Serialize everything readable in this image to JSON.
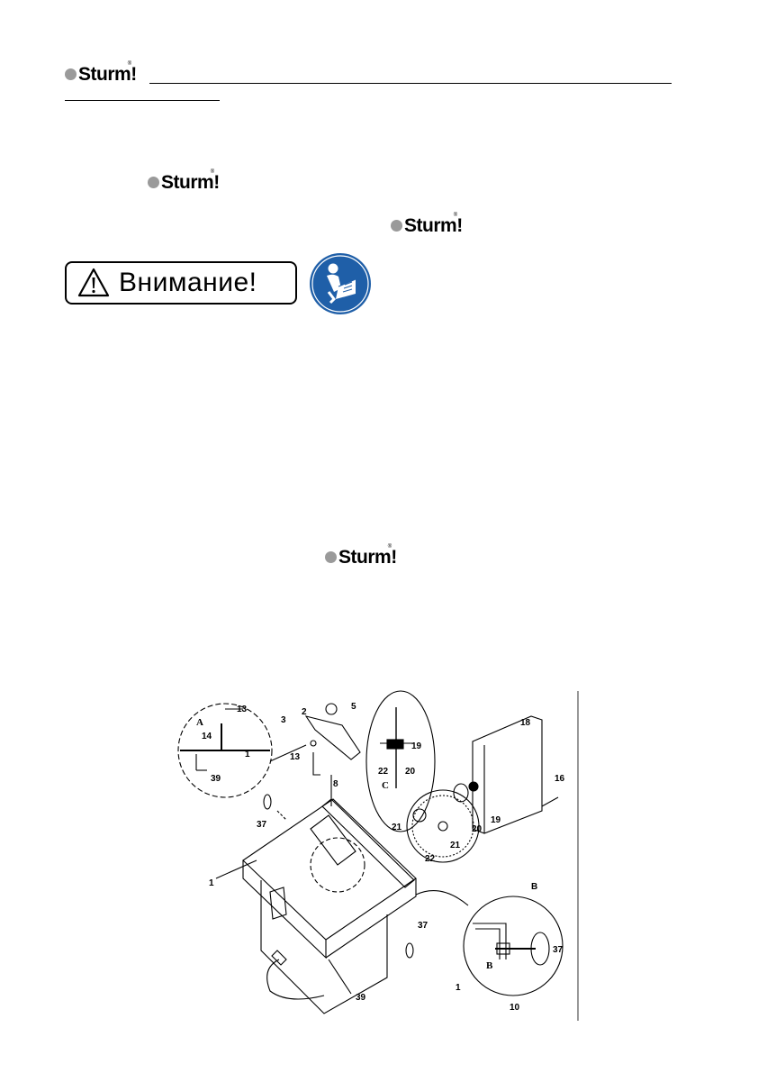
{
  "brand": {
    "name": "Sturm",
    "mark": "!",
    "registered": "®"
  },
  "warning": {
    "label": "Внимание!",
    "icon": "warning-triangle-icon"
  },
  "manual_icon": "read-manual-icon",
  "diagram": {
    "callouts": [
      "1",
      "2",
      "3",
      "5",
      "8",
      "13",
      "13",
      "14",
      "16",
      "18",
      "19",
      "19",
      "20",
      "20",
      "21",
      "21",
      "22",
      "22",
      "37",
      "37",
      "37",
      "39",
      "39",
      "1",
      "1",
      "10",
      "B"
    ],
    "detail_labels": [
      "A",
      "B",
      "C"
    ]
  }
}
